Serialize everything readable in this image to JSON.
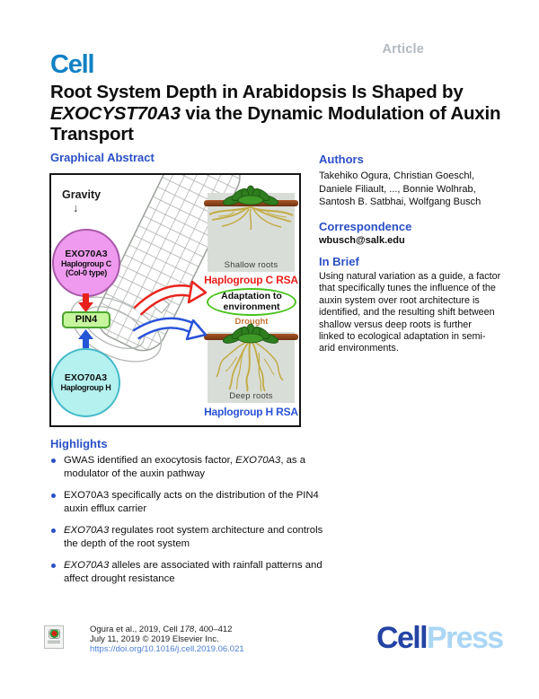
{
  "page": {
    "article_label": "Article",
    "journal_logo": "Cell",
    "title": {
      "pre": "Root System Depth in Arabidopsis Is Shaped by\n",
      "italic": "EXOCYST70A3",
      "post": " via the Dynamic Modulation of Auxin\nTransport"
    }
  },
  "graphical_abstract": {
    "heading": "Graphical Abstract",
    "gravity_label": "Gravity",
    "gravity_arrow": "↓",
    "exo_c": {
      "line1": "EXO70A3",
      "line2": "Haplogroup C",
      "line3": "(Col-0 type)"
    },
    "pin4_label": "PIN4",
    "exo_h": {
      "line1": "EXO70A3",
      "line2": "Haplogroup H"
    },
    "shallow": {
      "caption": "Shallow roots",
      "rsa_label": "Haplogroup C RSA"
    },
    "adaptation": {
      "line1": "Adaptation to",
      "line2": "environment",
      "sub": "Drought"
    },
    "deep": {
      "caption": "Deep roots",
      "rsa_label": "Haplogroup H RSA"
    }
  },
  "authors_section": {
    "heading": "Authors",
    "names": "Takehiko Ogura, Christian Goeschl,\nDaniele Filiault, ..., Bonnie Wolhrab,\nSantosh B. Satbhai, Wolfgang Busch"
  },
  "correspondence": {
    "heading": "Correspondence",
    "email": "wbusch@salk.edu"
  },
  "in_brief": {
    "heading": "In Brief",
    "text": "Using natural variation as a guide, a factor\nthat specifically tunes the influence of the\nauxin system over root architecture is\nidentified, and the resulting shift between\nshallow versus deep roots is further\nlinked to ecological adaptation in semi-\narid environments."
  },
  "highlights": {
    "heading": "Highlights",
    "items": [
      {
        "pre": "GWAS identified an exocytosis factor, ",
        "gene": "EXO70A3",
        "post": ", as a\nmodulator of the auxin pathway"
      },
      {
        "pre": "EXO70A3 specifically acts on the distribution of the PIN4\nauxin efflux carrier",
        "gene": "",
        "post": ""
      },
      {
        "pre": "",
        "gene": "EXO70A3",
        "post": " regulates root system architecture and controls\nthe depth of the root system"
      },
      {
        "pre": "",
        "gene": "EXO70A3",
        "post": " alleles are associated with rainfall patterns and\naffect drought resistance"
      }
    ]
  },
  "footer": {
    "citation": {
      "pre": "Ogura et al., 2019, Cell ",
      "volume": "178",
      "post": ", 400–412"
    },
    "line2": "July 11, 2019 © 2019 Elsevier Inc.",
    "doi": "https://doi.org/10.1016/j.cell.2019.06.021",
    "publisher": {
      "part1": "Cell",
      "part2": "Press"
    }
  },
  "colors": {
    "heading_blue": "#2b50c5",
    "cell_logo_blue": "#1182c4",
    "article_gray": "#b2b9c0",
    "red_accent": "#e8201a",
    "blue_accent": "#2a52d8",
    "exo_c_fill": "#ef9aef",
    "exo_h_fill": "#b4f1ef",
    "pin4_fill": "#c6f59e",
    "oval_green": "#4cc41e",
    "drought_brown": "#c37433",
    "doi_link_blue": "#4a7fd4",
    "cellpress_dark": "#2443a5",
    "cellpress_light": "#abd6f5"
  }
}
